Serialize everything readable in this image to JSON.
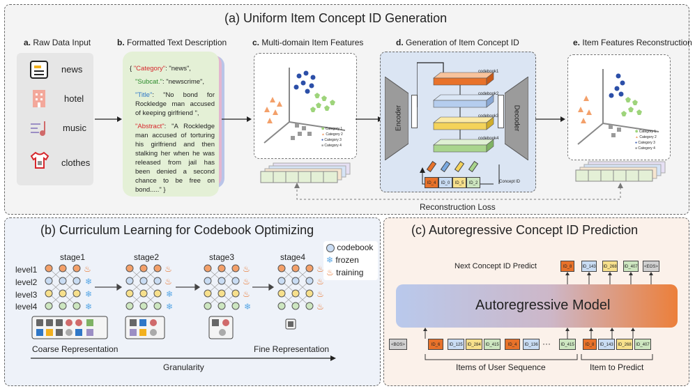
{
  "panel_a": {
    "title": "(a) Uniform Item Concept ID Generation",
    "sub_a": {
      "letter": "a.",
      "label": "Raw Data Input",
      "items": [
        "news",
        "hotel",
        "music",
        "clothes"
      ]
    },
    "sub_b": {
      "letter": "b.",
      "label": "Formatted Text Description",
      "json": {
        "l1_key": "\"Category\"",
        "l1_val": ": \"news\",",
        "l2_key": "\"Subcat.\"",
        "l2_val": ": \"newscrime\",",
        "l3_key": "\"Title\"",
        "l3_val": ":  \"No bond for Rockledge man accused of keeping girlfriend \",",
        "l4_key": "\"Abstract\"",
        "l4_val": ": \"A Rockledge man accused of torturing his girlfriend and then stalking her when he was released from jail has been denied a second chance to be free on bond.....\"  }",
        "open": "{ "
      }
    },
    "sub_c": {
      "letter": "c.",
      "label": "Multi-domain Item Features"
    },
    "sub_d": {
      "letter": "d.",
      "label": "Generation of Item Concept ID",
      "encoder": "Encoder",
      "decoder": "Decoder",
      "codebooks": [
        "codebook1",
        "codebook2",
        "codebook3",
        "codebook4"
      ],
      "ids": [
        "ID_4",
        "ID_0",
        "ID_5",
        "ID_2"
      ],
      "concept_id": "Concept ID"
    },
    "sub_e": {
      "letter": "e.",
      "label": "Item Features Reconstruction"
    },
    "legend": [
      "Category 1",
      "Category 2",
      "Category 3",
      "Category 4"
    ],
    "recon_loss": "Reconstruction Loss"
  },
  "panel_b": {
    "title": "(b) Curriculum Learning for Codebook Optimizing",
    "stages": [
      "stage1",
      "stage2",
      "stage3",
      "stage4"
    ],
    "levels": [
      "level1",
      "level2",
      "level3",
      "level4"
    ],
    "legend": [
      "codebook",
      "frozen",
      "training"
    ],
    "coarse": "Coarse Representation",
    "fine": "Fine Representation",
    "granularity": "Granularity"
  },
  "panel_c": {
    "title": "(c) Autoregressive Concept ID Prediction",
    "next_label": "Next Concept ID Predict",
    "outputs": [
      "ID_8",
      "ID_143",
      "ID_268",
      "ID_407",
      "<EOS>"
    ],
    "model": "Autoregressive Model",
    "inputs": [
      "<BOS>",
      "ID_6",
      "ID_125",
      "ID_284",
      "ID_415",
      "ID_4",
      "ID_136",
      "···",
      "ID_415",
      "ID_8",
      "ID_143",
      "ID_268",
      "ID_407"
    ],
    "items_user": "Items of User Sequence",
    "item_predict": "Item to Predict"
  },
  "colors": {
    "orange": "#e8722a",
    "blue": "#c9dcf3",
    "yellow": "#f7e08c",
    "green": "#cde6c0",
    "red_key": "#d6262b",
    "blue_key": "#2f77c7"
  }
}
